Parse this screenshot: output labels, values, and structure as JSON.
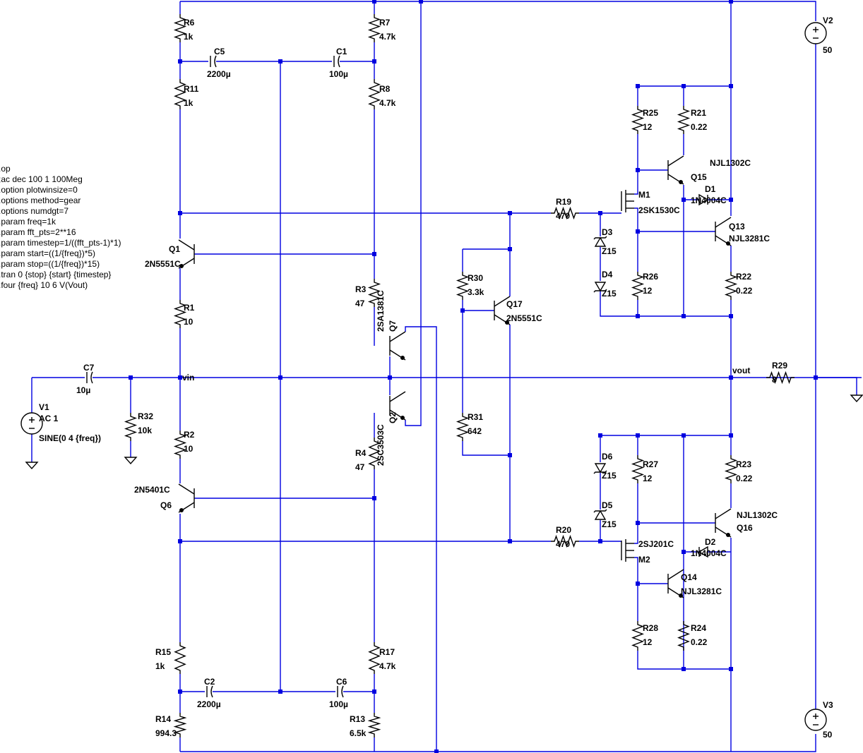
{
  "directives": [
    ".op",
    ";ac dec 100 1 100Meg",
    ".option plotwinsize=0",
    ".options method=gear",
    ".options numdgt=7",
    ".param freq=1k",
    ".param fft_pts=2**16",
    ".param timestep=1/((fft_pts-1)*1)",
    ".param start=((1/{freq})*5)",
    ".param stop=((1/{freq})*15)",
    ".tran 0 {stop} {start} {timestep}",
    ".four {freq} 10 6 V(Vout)"
  ],
  "nets": {
    "vin": "vin",
    "vout": "vout"
  },
  "components": {
    "R6": {
      "name": "R6",
      "value": "1k"
    },
    "R7": {
      "name": "R7",
      "value": "4.7k"
    },
    "R11": {
      "name": "R11",
      "value": "1k"
    },
    "R8": {
      "name": "R8",
      "value": "4.7k"
    },
    "C5": {
      "name": "C5",
      "value": "2200µ"
    },
    "C1": {
      "name": "C1",
      "value": "100µ"
    },
    "R25": {
      "name": "R25",
      "value": "12"
    },
    "R21": {
      "name": "R21",
      "value": "0.22"
    },
    "Q15": {
      "name": "Q15",
      "value": "NJL1302C"
    },
    "M1": {
      "name": "M1",
      "value": "2SK1530C"
    },
    "D1": {
      "name": "D1",
      "value": "1N4004C"
    },
    "Q13": {
      "name": "Q13",
      "value": "NJL3281C"
    },
    "R19": {
      "name": "R19",
      "value": "470"
    },
    "D3": {
      "name": "D3",
      "value": "Z15"
    },
    "D4": {
      "name": "D4",
      "value": "Z15"
    },
    "R26": {
      "name": "R26",
      "value": "12"
    },
    "R22": {
      "name": "R22",
      "value": "0.22"
    },
    "Q1": {
      "name": "Q1",
      "value": "2N5551C"
    },
    "R1": {
      "name": "R1",
      "value": "10"
    },
    "R3": {
      "name": "R3",
      "value": "47"
    },
    "Q7": {
      "name": "Q7",
      "value": "2SA1381C"
    },
    "R30": {
      "name": "R30",
      "value": "3.3k"
    },
    "Q17": {
      "name": "Q17",
      "value": "2N5551C"
    },
    "C7": {
      "name": "C7",
      "value": "10µ"
    },
    "R29": {
      "name": "R29",
      "value": "8"
    },
    "V1": {
      "name": "V1",
      "value": "AC 1",
      "extra": "SINE(0 4 {freq})"
    },
    "R32": {
      "name": "R32",
      "value": "10k"
    },
    "R2": {
      "name": "R2",
      "value": "10"
    },
    "Q2": {
      "name": "Q2",
      "value": "2SC3503C"
    },
    "R4": {
      "name": "R4",
      "value": "47"
    },
    "R31": {
      "name": "R31",
      "value": "642"
    },
    "Q6": {
      "name": "Q6",
      "value": "2N5401C"
    },
    "D6": {
      "name": "D6",
      "value": "Z15"
    },
    "D5": {
      "name": "D5",
      "value": "Z15"
    },
    "R27": {
      "name": "R27",
      "value": "12"
    },
    "R23": {
      "name": "R23",
      "value": "0.22"
    },
    "Q16": {
      "name": "Q16",
      "value": "NJL1302C"
    },
    "R20": {
      "name": "R20",
      "value": "470"
    },
    "M2": {
      "name": "M2",
      "value": "2SJ201C"
    },
    "D2": {
      "name": "D2",
      "value": "1N4004C"
    },
    "Q14": {
      "name": "Q14",
      "value": "NJL3281C"
    },
    "R28": {
      "name": "R28",
      "value": "12"
    },
    "R24": {
      "name": "R24",
      "value": "0.22"
    },
    "R15": {
      "name": "R15",
      "value": "1k"
    },
    "R17": {
      "name": "R17",
      "value": "4.7k"
    },
    "C2": {
      "name": "C2",
      "value": "2200µ"
    },
    "C6": {
      "name": "C6",
      "value": "100µ"
    },
    "R14": {
      "name": "R14",
      "value": "994.3"
    },
    "R13": {
      "name": "R13",
      "value": "6.5k"
    },
    "V2": {
      "name": "V2",
      "value": "50"
    },
    "V3": {
      "name": "V3",
      "value": "50"
    }
  },
  "colors": {
    "wire": "#0000e0",
    "component": "#000000",
    "background": "#ffffff"
  }
}
